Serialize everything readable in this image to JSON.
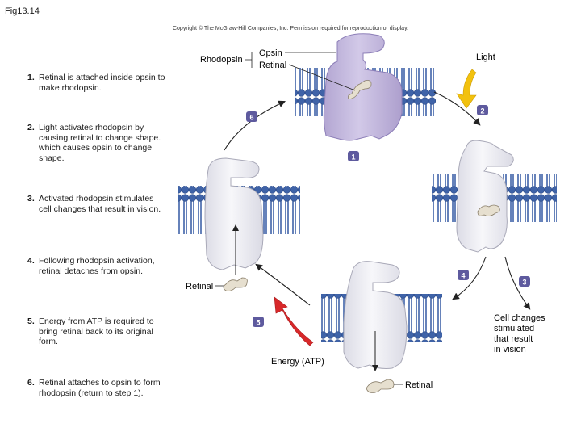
{
  "figure_label": "Fig13.14",
  "copyright": "Copyright © The McGraw-Hill Companies, Inc. Permission required for reproduction or display.",
  "steps": [
    {
      "number": "1.",
      "text": "Retinal is attached inside opsin to make rhodopsin."
    },
    {
      "number": "2.",
      "text": "Light activates rhodopsin by causing retinal to change shape. which causes opsin to change shape."
    },
    {
      "number": "3.",
      "text": "Activated rhodopsin stimulates cell changes that result in vision."
    },
    {
      "number": "4.",
      "text": "Following rhodopsin activation, retinal detaches from opsin."
    },
    {
      "number": "5.",
      "text": "Energy from ATP is required to bring retinal back to its original form."
    },
    {
      "number": "6.",
      "text": "Retinal attaches to opsin to form rhodopsin (return to step 1)."
    }
  ],
  "diagram": {
    "rhodopsin": "Rhodopsin",
    "opsin": "Opsin",
    "retinal": "Retinal",
    "light": "Light",
    "energy": "Energy (ATP)",
    "retinal_left": "Retinal",
    "retinal_bottom": "Retinal",
    "cell_changes": [
      "Cell changes",
      "stimulated",
      "that result",
      "in vision"
    ],
    "badges": [
      "1",
      "2",
      "3",
      "4",
      "5",
      "6"
    ]
  },
  "colors": {
    "membrane": "#3f63a8",
    "membrane_dark": "#2c4a88",
    "rhodopsin_fill": "#c4b9de",
    "opsin_fill": "#f0f0f4",
    "badge": "#5e5a9e",
    "light_arrow": "#f2c10e",
    "atp_arrow": "#d8282a",
    "retinal_fill": "#e6dfcf"
  }
}
